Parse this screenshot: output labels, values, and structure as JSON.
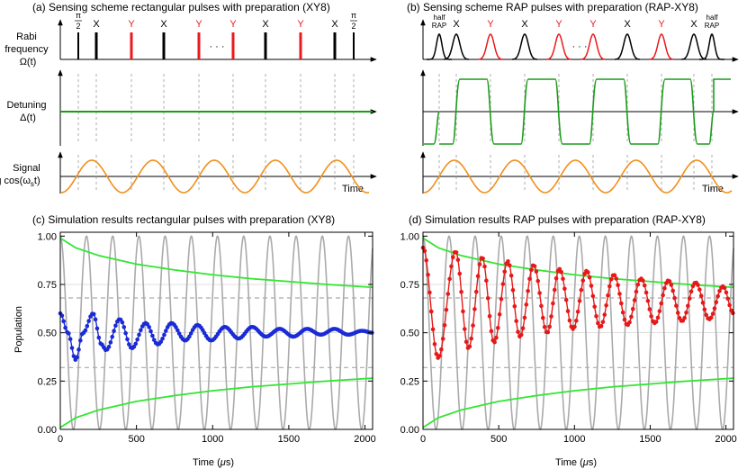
{
  "scheme_panels": [
    {
      "title": "(a) Sensing scheme rectangular pulses with preparation (XY8)",
      "rabi_label": [
        "Rabi",
        "frequency",
        "Ω(t)"
      ],
      "detuning_label": [
        "Detuning",
        "Δ(t)"
      ],
      "signal_label": [
        "Signal",
        "g cos(ω",
        "s",
        "t)"
      ],
      "time_label": "Time",
      "pulse_labels": [
        "π/2",
        "X",
        "Y",
        "X",
        "Y",
        "Y",
        "X",
        "Y",
        "X",
        "π/2"
      ],
      "ellipsis": "· · ·"
    },
    {
      "title": "(b) Sensing scheme RAP pulses with preparation (RAP-XY8)",
      "time_label": "Time",
      "pulse_labels": [
        "half RAP",
        "X",
        "Y",
        "X",
        "Y",
        "Y",
        "X",
        "Y",
        "X",
        "half RAP"
      ],
      "ellipsis": "· · ·"
    }
  ],
  "colors": {
    "y_pulse": "#e8191c",
    "x_pulse": "#000000",
    "detuning": "#1a9c1a",
    "signal": "#f0901c",
    "envelope": "#33e633",
    "reference": "#aaaaaa",
    "dashed": "#aaaaaa",
    "sim_c": "#1a2ad6",
    "sim_d": "#e61919"
  },
  "chart_data": [
    {
      "type": "line",
      "title": "(c) Simulation results rectangular pulses with preparation (XY8)",
      "xlabel": "Time (μs)",
      "ylabel": "Population",
      "xlim": [
        0,
        2050
      ],
      "ylim": [
        0,
        1.02
      ],
      "x_ticks": [
        0,
        500,
        1000,
        1500,
        2000
      ],
      "y_ticks": [
        "0.00",
        "0.25",
        "0.50",
        "0.75",
        "1.00"
      ],
      "grid": "horizontal light gray lines at 0.25, 0.5, 0.75",
      "dashed_lines": [
        0.32,
        0.68
      ],
      "reference_oscillation": {
        "period_us": 172,
        "min": 0.0,
        "max": 1.0
      },
      "envelope_upper": [
        [
          0,
          0.99
        ],
        [
          100,
          0.94
        ],
        [
          250,
          0.9
        ],
        [
          500,
          0.855
        ],
        [
          750,
          0.825
        ],
        [
          1000,
          0.8
        ],
        [
          1250,
          0.78
        ],
        [
          1500,
          0.765
        ],
        [
          1750,
          0.75
        ],
        [
          2050,
          0.735
        ]
      ],
      "envelope_lower": [
        [
          0,
          0.01
        ],
        [
          100,
          0.06
        ],
        [
          250,
          0.1
        ],
        [
          500,
          0.145
        ],
        [
          750,
          0.175
        ],
        [
          1000,
          0.2
        ],
        [
          1250,
          0.22
        ],
        [
          1500,
          0.235
        ],
        [
          1750,
          0.25
        ],
        [
          2050,
          0.265
        ]
      ],
      "series": [
        {
          "points": [
            [
              0,
              0.6
            ],
            [
              50,
              0.5
            ],
            [
              100,
              0.36
            ],
            [
              150,
              0.5
            ],
            [
              215,
              0.6
            ],
            [
              270,
              0.44
            ],
            [
              300,
              0.41
            ],
            [
              390,
              0.57
            ],
            [
              470,
              0.42
            ],
            [
              560,
              0.55
            ],
            [
              640,
              0.44
            ],
            [
              730,
              0.55
            ],
            [
              820,
              0.46
            ],
            [
              900,
              0.54
            ],
            [
              990,
              0.46
            ],
            [
              1080,
              0.53
            ],
            [
              1170,
              0.47
            ],
            [
              1260,
              0.53
            ],
            [
              1350,
              0.48
            ],
            [
              1440,
              0.52
            ],
            [
              1530,
              0.48
            ],
            [
              1620,
              0.52
            ],
            [
              1710,
              0.49
            ],
            [
              1800,
              0.52
            ],
            [
              1890,
              0.49
            ],
            [
              1980,
              0.51
            ],
            [
              2050,
              0.5
            ]
          ]
        }
      ]
    },
    {
      "type": "line",
      "title": "(d) Simulation results RAP pulses with preparation (RAP-XY8)",
      "xlabel": "Time (μs)",
      "ylabel": "",
      "xlim": [
        0,
        2050
      ],
      "ylim": [
        0,
        1.02
      ],
      "x_ticks": [
        0,
        500,
        1000,
        1500,
        2000
      ],
      "y_ticks": [
        "0.00",
        "0.25",
        "0.50",
        "0.75",
        "1.00"
      ],
      "grid": "horizontal light gray lines at 0.25, 0.5, 0.75",
      "dashed_lines": [
        0.32,
        0.68
      ],
      "reference_oscillation": {
        "period_us": 172,
        "min": 0.0,
        "max": 1.0
      },
      "envelope_upper": [
        [
          0,
          0.99
        ],
        [
          100,
          0.94
        ],
        [
          250,
          0.9
        ],
        [
          500,
          0.855
        ],
        [
          750,
          0.825
        ],
        [
          1000,
          0.8
        ],
        [
          1250,
          0.78
        ],
        [
          1500,
          0.765
        ],
        [
          1750,
          0.75
        ],
        [
          2050,
          0.735
        ]
      ],
      "envelope_lower": [
        [
          0,
          0.01
        ],
        [
          100,
          0.06
        ],
        [
          250,
          0.1
        ],
        [
          500,
          0.145
        ],
        [
          750,
          0.175
        ],
        [
          1000,
          0.2
        ],
        [
          1250,
          0.22
        ],
        [
          1500,
          0.235
        ],
        [
          1750,
          0.25
        ],
        [
          2050,
          0.265
        ]
      ],
      "series": [
        {
          "points": [
            [
              0,
              0.94
            ],
            [
              100,
              0.37
            ],
            [
              215,
              0.92
            ],
            [
              300,
              0.42
            ],
            [
              390,
              0.89
            ],
            [
              470,
              0.45
            ],
            [
              560,
              0.87
            ],
            [
              640,
              0.48
            ],
            [
              730,
              0.85
            ],
            [
              820,
              0.5
            ],
            [
              900,
              0.83
            ],
            [
              990,
              0.52
            ],
            [
              1080,
              0.82
            ],
            [
              1170,
              0.53
            ],
            [
              1260,
              0.8
            ],
            [
              1350,
              0.54
            ],
            [
              1440,
              0.78
            ],
            [
              1530,
              0.55
            ],
            [
              1620,
              0.77
            ],
            [
              1710,
              0.56
            ],
            [
              1800,
              0.76
            ],
            [
              1890,
              0.57
            ],
            [
              1980,
              0.74
            ],
            [
              2050,
              0.6
            ]
          ]
        }
      ]
    }
  ]
}
